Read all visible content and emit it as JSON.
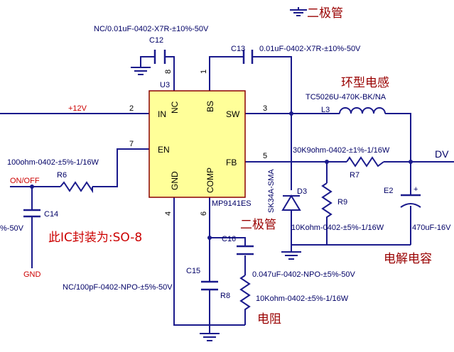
{
  "annotations": {
    "diode_top": "二极管",
    "diode_mid": "二极管",
    "inductor": "环型电感",
    "package": "此IC封装为:SO-8",
    "electrolytic": "电解电容",
    "resistor": "电阻"
  },
  "ic": {
    "ref": "U3",
    "part": "MP9141ES",
    "pins": {
      "nc": "NC",
      "bs": "BS",
      "in": "IN",
      "sw": "SW",
      "en": "EN",
      "fb": "FB",
      "gnd": "GND",
      "comp": "COMP"
    },
    "pin_numbers": {
      "nc": "8",
      "bs": "1",
      "in": "2",
      "sw": "3",
      "en": "7",
      "fb": "5",
      "gnd": "4",
      "comp": "6"
    }
  },
  "nets": {
    "vin": "+12V",
    "on_off": "ON/OFF",
    "gnd": "GND",
    "out": "DV"
  },
  "components": {
    "c12": {
      "ref": "C12",
      "value": "NC/0.01uF-0402-X7R-±10%-50V"
    },
    "c13": {
      "ref": "C13",
      "value": "0.01uF-0402-X7R-±10%-50V"
    },
    "l3": {
      "ref": "L3",
      "value": "TC5026U-470K-BK/NA"
    },
    "r6": {
      "ref": "R6",
      "value": "100ohm-0402-±5%-1/16W"
    },
    "r7": {
      "ref": "R7",
      "value": "30K9ohm-0402-±1%-1/16W"
    },
    "d3": {
      "ref": "D3",
      "value": "SK34A-SMA"
    },
    "r9": {
      "ref": "R9",
      "value": "10Kohm-0402-±5%-1/16W"
    },
    "e2": {
      "ref": "E2",
      "value": "470uF-16V",
      "polarity": "+"
    },
    "c14": {
      "ref": "C14",
      "value": "%-50V"
    },
    "c15": {
      "ref": "C15",
      "value": "NC/100pF-0402-NPO-±5%-50V"
    },
    "c16": {
      "ref": "C16",
      "value": "0.047uF-0402-NPO-±5%-50V"
    },
    "r8": {
      "ref": "R8",
      "value": "10Kohm-0402-±5%-1/16W"
    }
  }
}
